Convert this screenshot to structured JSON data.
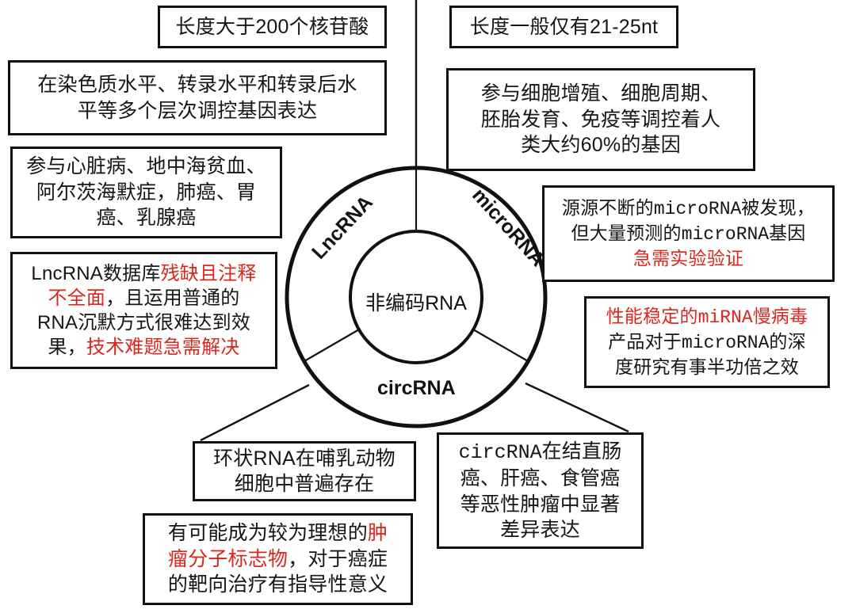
{
  "diagram": {
    "title": "非编码RNA",
    "colors": {
      "stroke": "#111111",
      "background": "#ffffff",
      "highlight_red": "#d8281f"
    },
    "center": {
      "label": "非编码RNA"
    },
    "ring_segments": [
      {
        "name": "lncrna",
        "label": "LncRNA"
      },
      {
        "name": "microrna",
        "label": "microRNA"
      },
      {
        "name": "circrna",
        "label": "circRNA"
      }
    ],
    "boxes": {
      "lnc_length": {
        "text": "长度大于200个核苷酸"
      },
      "mi_length": {
        "text": "长度一般仅有21-25nt"
      },
      "lnc_regulate": {
        "line1": "在染色质水平、转录水平和转录后水",
        "line2": "平等多个层次调控基因表达"
      },
      "mi_function": {
        "line1": "参与细胞增殖、细胞周期、",
        "line2": "胚胎发育、免疫等调控着人",
        "line3": "类大约60%的基因"
      },
      "lnc_disease": {
        "line1": "参与心脏病、地中海贫血、",
        "line2": "阿尔茨海默症，肺癌、胃",
        "line3": "癌、乳腺癌"
      },
      "mi_discovery": {
        "line1_a": "源源不断的",
        "line1_mono": "microRNA",
        "line1_b": "被发现，",
        "line2_a": "但大量预测的",
        "line2_mono": "microRNA",
        "line2_b": "基因",
        "line3_red": "急需实验验证"
      },
      "lnc_database": {
        "line1_black": "LncRNA数据库",
        "line1_red": "残缺且注释",
        "line2_red": "不全面",
        "line2_black": "，且运用普通的",
        "line3_black": "RNA沉默方式很难达到效",
        "line4_black": "果，",
        "line4_red": "技术难题急需解决"
      },
      "mi_lenti": {
        "line1_red_a": "性能稳定的",
        "line1_red_mono": "miRNA",
        "line1_red_b": "慢病毒",
        "line2_a": "产品对于",
        "line2_mono": "microRNA",
        "line2_b": "的深",
        "line3": "度研究有事半功倍之效"
      },
      "circ_mammal": {
        "line1": "环状RNA在哺乳动物",
        "line2": "细胞中普遍存在"
      },
      "circ_cancer": {
        "line1_mono": "circRNA",
        "line1_b": "在结直肠",
        "line2": "癌、肝癌、食管癌",
        "line3": "等恶性肿瘤中显著",
        "line4": "差异表达"
      },
      "circ_marker": {
        "line1_black": "有可能成为较为理想的",
        "line1_red": "肿",
        "line2_red": "瘤分子标志物",
        "line2_black": "，对于癌症",
        "line3_black": "的靶向治疗有指导性意义"
      }
    }
  }
}
